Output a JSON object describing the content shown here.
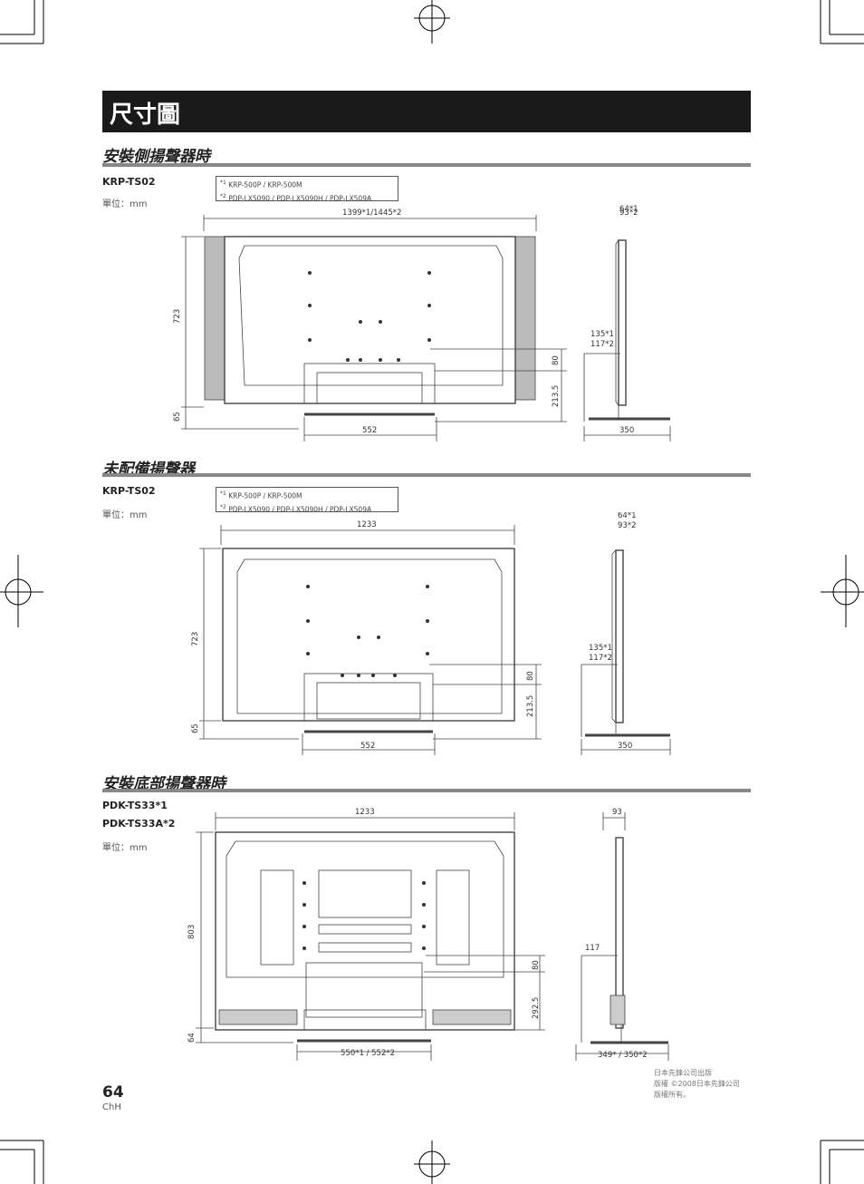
{
  "page": {
    "title": "尺寸圖",
    "number": "64",
    "lang": "ChH"
  },
  "sections": [
    {
      "title": "安裝側揚聲器時",
      "model": "KRP-TS02",
      "model2": "",
      "unit": "單位：mm",
      "notes": [
        {
          "mark": "*1",
          "text": "KRP-500P / KRP-500M"
        },
        {
          "mark": "*2",
          "text": "PDP-LX5090 / PDP-LX5090H / PDP-LX509A"
        }
      ],
      "dims": {
        "width": "1399*1/1445*2",
        "height": "723",
        "base_h": "65",
        "stand_w": "552",
        "h80": "80",
        "h2135": "213.5",
        "depth_top": "64*1",
        "depth_top2": "93*2",
        "side_a": "135*1",
        "side_b": "117*2",
        "stand_d": "350"
      }
    },
    {
      "title": "未配備揚聲器",
      "model": "KRP-TS02",
      "model2": "",
      "unit": "單位：mm",
      "notes": [
        {
          "mark": "*1",
          "text": "KRP-500P / KRP-500M"
        },
        {
          "mark": "*2",
          "text": "PDP-LX5090 / PDP-LX5090H / PDP-LX509A"
        }
      ],
      "dims": {
        "width": "1233",
        "height": "723",
        "base_h": "65",
        "stand_w": "552",
        "h80": "80",
        "h2135": "213.5",
        "depth_top": "64*1",
        "depth_top2": "93*2",
        "side_a": "135*1",
        "side_b": "117*2",
        "stand_d": "350"
      }
    },
    {
      "title": "安裝底部揚聲器時",
      "model": "PDK-TS33*1",
      "model2": "PDK-TS33A*2",
      "unit": "單位：mm",
      "dims": {
        "width": "1233",
        "height": "803",
        "base_h": "64",
        "stand_w": "550*1 / 552*2",
        "h80": "80",
        "h2925": "292.5",
        "depth_top": "93",
        "side_a": "117",
        "stand_d": "349* / 350*2"
      }
    }
  ],
  "copyright": [
    "日本先鋒公司出版",
    "版權 ©2008日本先鋒公司",
    "版權所有。"
  ],
  "colors": {
    "title_bar": "#1a1a1a",
    "rule": "#888888",
    "panel": "#555555",
    "speaker": "#bbbbbb"
  }
}
